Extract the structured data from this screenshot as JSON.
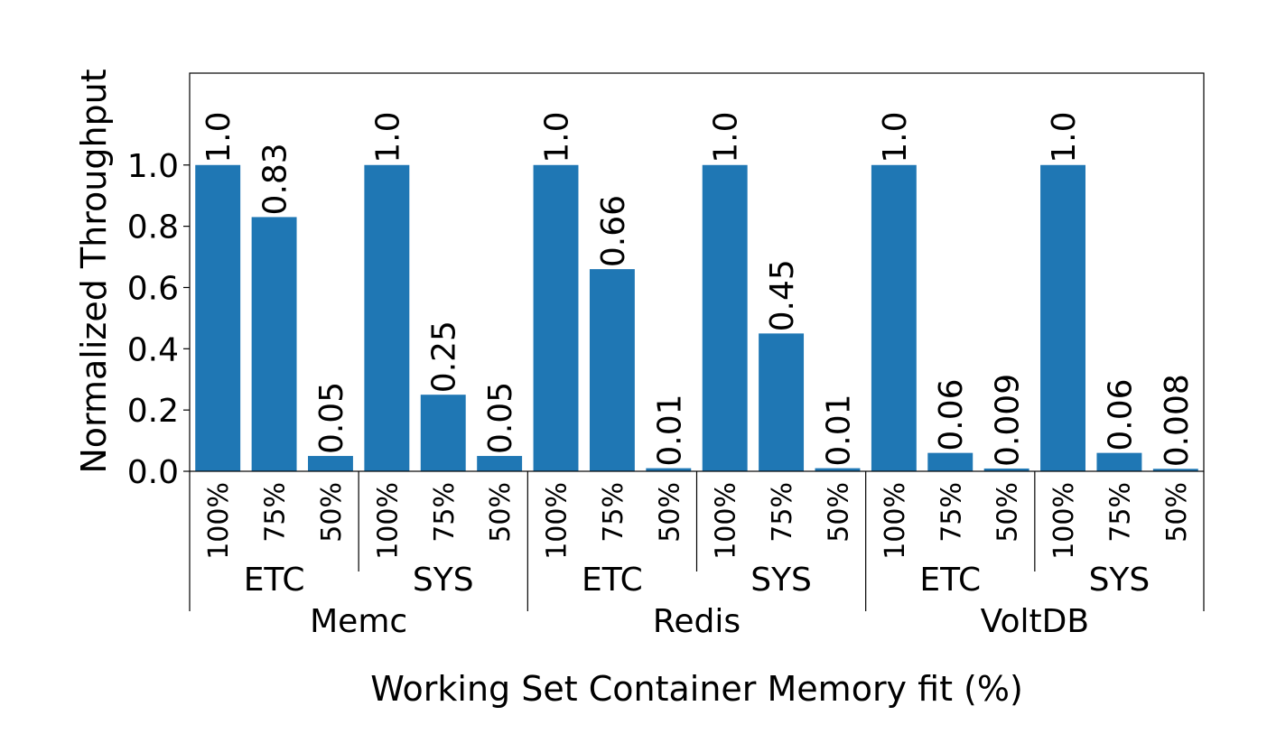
{
  "chart_data": {
    "type": "bar",
    "ylabel": "Normalized Throughput",
    "xlabel": "Working Set Container Memory fit (%)",
    "ylim": [
      0,
      1.3
    ],
    "yticks": [
      0.0,
      0.2,
      0.4,
      0.6,
      0.8,
      1.0
    ],
    "ytick_labels": [
      "0.0",
      "0.2",
      "0.4",
      "0.6",
      "0.8",
      "1.0"
    ],
    "grid": false,
    "bar_color": "#1f77b4",
    "groups": [
      {
        "name": "Memc",
        "subgroups": [
          {
            "name": "ETC",
            "categories": [
              "100%",
              "75%",
              "50%"
            ],
            "values": [
              1.0,
              0.83,
              0.05
            ],
            "labels": [
              "1.0",
              "0.83",
              "0.05"
            ]
          },
          {
            "name": "SYS",
            "categories": [
              "100%",
              "75%",
              "50%"
            ],
            "values": [
              1.0,
              0.25,
              0.05
            ],
            "labels": [
              "1.0",
              "0.25",
              "0.05"
            ]
          }
        ]
      },
      {
        "name": "Redis",
        "subgroups": [
          {
            "name": "ETC",
            "categories": [
              "100%",
              "75%",
              "50%"
            ],
            "values": [
              1.0,
              0.66,
              0.01
            ],
            "labels": [
              "1.0",
              "0.66",
              "0.01"
            ]
          },
          {
            "name": "SYS",
            "categories": [
              "100%",
              "75%",
              "50%"
            ],
            "values": [
              1.0,
              0.45,
              0.01
            ],
            "labels": [
              "1.0",
              "0.45",
              "0.01"
            ]
          }
        ]
      },
      {
        "name": "VoltDB",
        "subgroups": [
          {
            "name": "ETC",
            "categories": [
              "100%",
              "75%",
              "50%"
            ],
            "values": [
              1.0,
              0.06,
              0.009
            ],
            "labels": [
              "1.0",
              "0.06",
              "0.009"
            ]
          },
          {
            "name": "SYS",
            "categories": [
              "100%",
              "75%",
              "50%"
            ],
            "values": [
              1.0,
              0.06,
              0.008
            ],
            "labels": [
              "1.0",
              "0.06",
              "0.008"
            ]
          }
        ]
      }
    ]
  }
}
